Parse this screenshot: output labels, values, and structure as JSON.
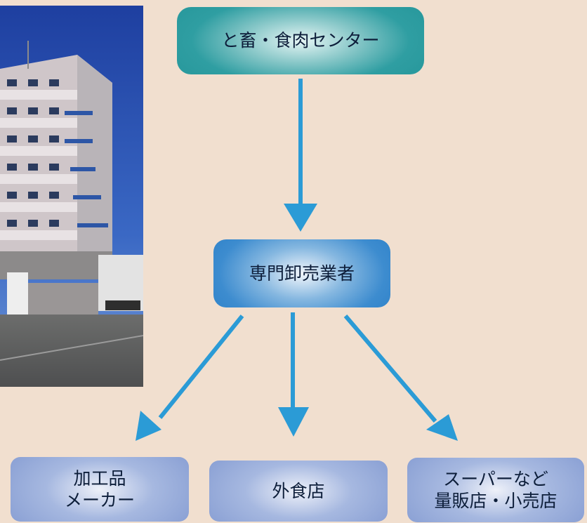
{
  "flow": {
    "top": "と畜・食肉センター",
    "middle": "専門卸売業者",
    "bottom": [
      {
        "label": "加工品\nメーカー"
      },
      {
        "label": "外食店"
      },
      {
        "label": "スーパーなど\n量販店・小売店"
      }
    ]
  },
  "colors": {
    "background": "#f1dfcf",
    "arrow": "#2b9bd6",
    "top_node": "#2f9ea2",
    "middle_node": "#3d8ccf",
    "bottom_nodes": "#8aa0d4"
  }
}
